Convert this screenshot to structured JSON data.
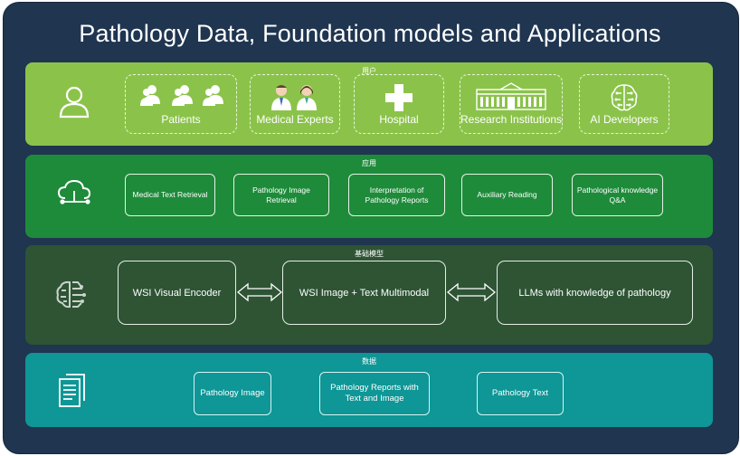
{
  "title": "Pathology Data, Foundation models and Applications",
  "layers": {
    "users": {
      "label": "用户",
      "icon": "user-icon",
      "boxes": [
        {
          "label": "Patients",
          "icon": "patients-icon"
        },
        {
          "label": "Medical Experts",
          "icon": "doctors-icon"
        },
        {
          "label": "Hospital",
          "icon": "hospital-cross-icon"
        },
        {
          "label": "Research Institutions",
          "icon": "institution-building-icon"
        },
        {
          "label": "AI Developers",
          "icon": "ai-brain-icon"
        }
      ]
    },
    "applications": {
      "label": "应用",
      "icon": "cloud-network-icon",
      "boxes": [
        "Medical Text Retrieval",
        "Pathology Image Retrieval",
        "Interpretation of Pathology Reports",
        "Auxiliary Reading",
        "Pathological knowledge Q&A"
      ]
    },
    "models": {
      "label": "基础模型",
      "icon": "brain-circuit-icon",
      "boxes": [
        "WSI Visual Encoder",
        "WSI Image + Text Multimodal",
        "LLMs with knowledge of pathology"
      ]
    },
    "data": {
      "label": "数据",
      "icon": "documents-icon",
      "boxes": [
        "Pathology Image",
        "Pathology Reports with Text and Image",
        "Pathology Text"
      ]
    }
  },
  "colors": {
    "frame": "#1f3550",
    "users_band": "#8bc34a",
    "applications_band": "#1e8b3a",
    "models_band": "#2e5434",
    "data_band": "#0f9696"
  }
}
